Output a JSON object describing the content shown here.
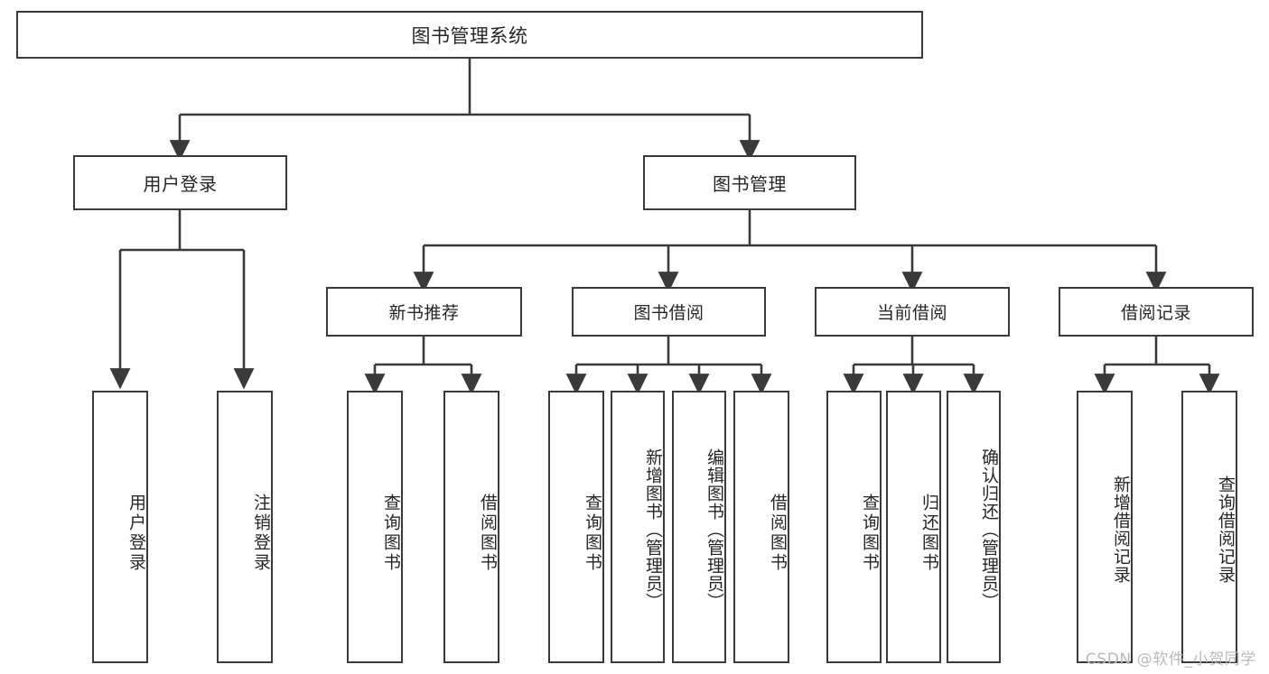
{
  "diagram": {
    "title": "图书管理系统",
    "watermark": "CSDN @软件_小贺同学",
    "colors": {
      "box_border": "#3a3a3a",
      "box_fill": "#ffffff",
      "connector": "#3a3a3a",
      "text": "#262626",
      "watermark": "#b9b9b9",
      "background": "#ffffff"
    },
    "root": {
      "label": "图书管理系统"
    },
    "level1": [
      {
        "id": "user-login",
        "label": "用户登录"
      },
      {
        "id": "book-manage",
        "label": "图书管理"
      }
    ],
    "level2": [
      {
        "id": "new-book-recommend",
        "label": "新书推荐"
      },
      {
        "id": "book-borrow",
        "label": "图书借阅"
      },
      {
        "id": "current-borrow",
        "label": "当前借阅"
      },
      {
        "id": "borrow-record",
        "label": "借阅记录"
      }
    ],
    "leaves": {
      "user_login": [
        {
          "id": "leaf-user-login",
          "label": "用户登录"
        },
        {
          "id": "leaf-logout-login",
          "label": "注销登录"
        }
      ],
      "new_book_recommend": [
        {
          "id": "leaf-query-book-1",
          "label": "查询图书"
        },
        {
          "id": "leaf-borrow-book-1",
          "label": "借阅图书"
        }
      ],
      "book_borrow": [
        {
          "id": "leaf-query-book-2",
          "label": "查询图书"
        },
        {
          "id": "leaf-add-book",
          "label": "新增图书（管理员）"
        },
        {
          "id": "leaf-edit-book",
          "label": "编辑图书（管理员）"
        },
        {
          "id": "leaf-borrow-book-2",
          "label": "借阅图书"
        }
      ],
      "current_borrow": [
        {
          "id": "leaf-query-book-3",
          "label": "查询图书"
        },
        {
          "id": "leaf-return-book",
          "label": "归还图书"
        },
        {
          "id": "leaf-confirm-return",
          "label": "确认归还（管理员）"
        }
      ],
      "borrow_record": [
        {
          "id": "leaf-add-record",
          "label": "新增借阅记录"
        },
        {
          "id": "leaf-query-record",
          "label": "查询借阅记录"
        }
      ]
    }
  }
}
